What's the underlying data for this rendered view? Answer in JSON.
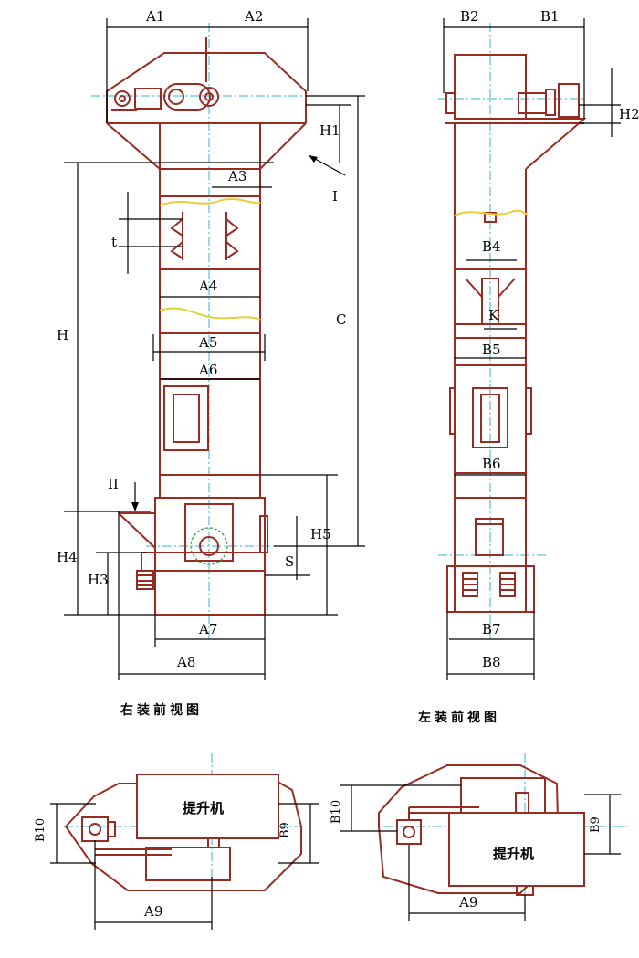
{
  "labels": {
    "A1": "A1",
    "A2": "A2",
    "A3": "A3",
    "A4": "A4",
    "A5": "A5",
    "A6": "A6",
    "A7": "A7",
    "A8": "A8",
    "A9": "A9",
    "B1": "B1",
    "B2": "B2",
    "B4": "B4",
    "B5": "B5",
    "B6": "B6",
    "B7": "B7",
    "B8": "B8",
    "B9": "B9",
    "B10": "B10",
    "H": "H",
    "H1": "H1",
    "H2": "H2",
    "H3": "H3",
    "H4": "H4",
    "H5": "H5",
    "C": "C",
    "S": "S",
    "t": "t",
    "K": "K",
    "I": "I",
    "II": "II"
  },
  "captions": {
    "right_view": "右装前视图",
    "left_view": "左装前视图"
  },
  "box_text": {
    "hoist": "提升机"
  }
}
